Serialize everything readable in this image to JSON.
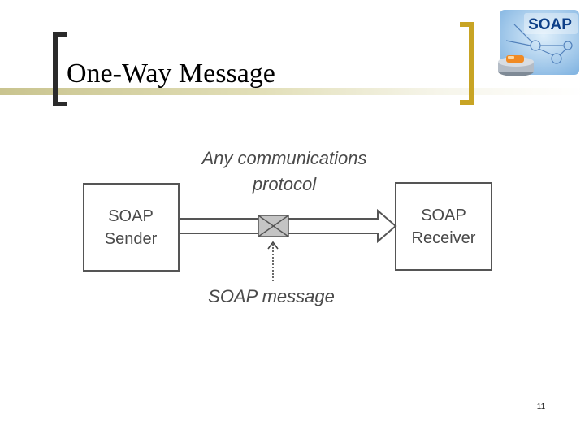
{
  "slide": {
    "title": "One-Way Message",
    "page_number": "11"
  },
  "logo": {
    "text": "SOAP",
    "icon": "soap-logo-icon"
  },
  "diagram": {
    "protocol_label_line1": "Any communications",
    "protocol_label_line2": "protocol",
    "sender_line1": "SOAP",
    "sender_line2": "Sender",
    "receiver_line1": "SOAP",
    "receiver_line2": "Receiver",
    "message_label": "SOAP message",
    "message_icon": "envelope-icon"
  },
  "colors": {
    "bracket_left": "#2b2b2b",
    "bracket_right": "#c8a424",
    "title_band": "#c9c48f",
    "diagram_line": "#555555"
  }
}
